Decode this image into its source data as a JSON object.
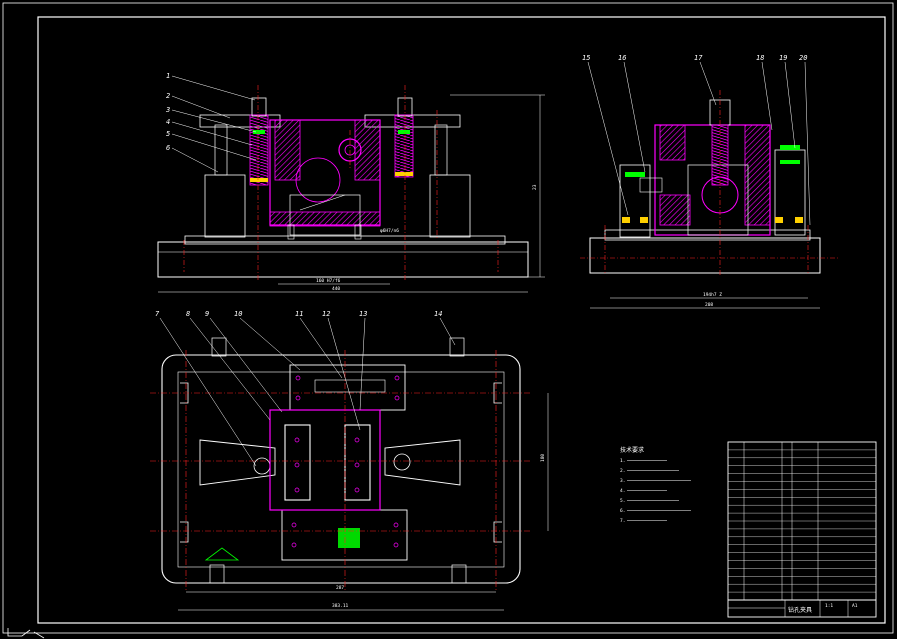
{
  "colors": {
    "background": "#000000",
    "line": "#ffffff",
    "part": "#ff00ff",
    "center": "#ff2020",
    "hatch": "#ff00ff",
    "bolt": "#00ff00",
    "nut": "#ffd000"
  },
  "balloons_front": [
    "1",
    "2",
    "3",
    "4",
    "5",
    "6"
  ],
  "balloons_side": [
    "15",
    "16",
    "17",
    "18",
    "19",
    "20"
  ],
  "balloons_top_left": [
    "7",
    "8",
    "9",
    "10",
    "11",
    "12",
    "13"
  ],
  "balloon_top_right": "14",
  "dims": {
    "front_inner": "160 H7/f6",
    "front_overall": "440",
    "front_height": "23",
    "side_inner": "194h7 Z",
    "side_overall": "208",
    "top_width": "287",
    "top_overall": "383.11",
    "top_height": "180",
    "tolerance_note": "φ6H7/n6"
  },
  "notes": {
    "title": "技术要求",
    "lines": [
      "1.",
      "2.",
      "3.",
      "4.",
      "5.",
      "6.",
      "7."
    ]
  },
  "title_block": {
    "name": "钻孔夹具",
    "scale": "1:1",
    "sheet": "A1"
  }
}
